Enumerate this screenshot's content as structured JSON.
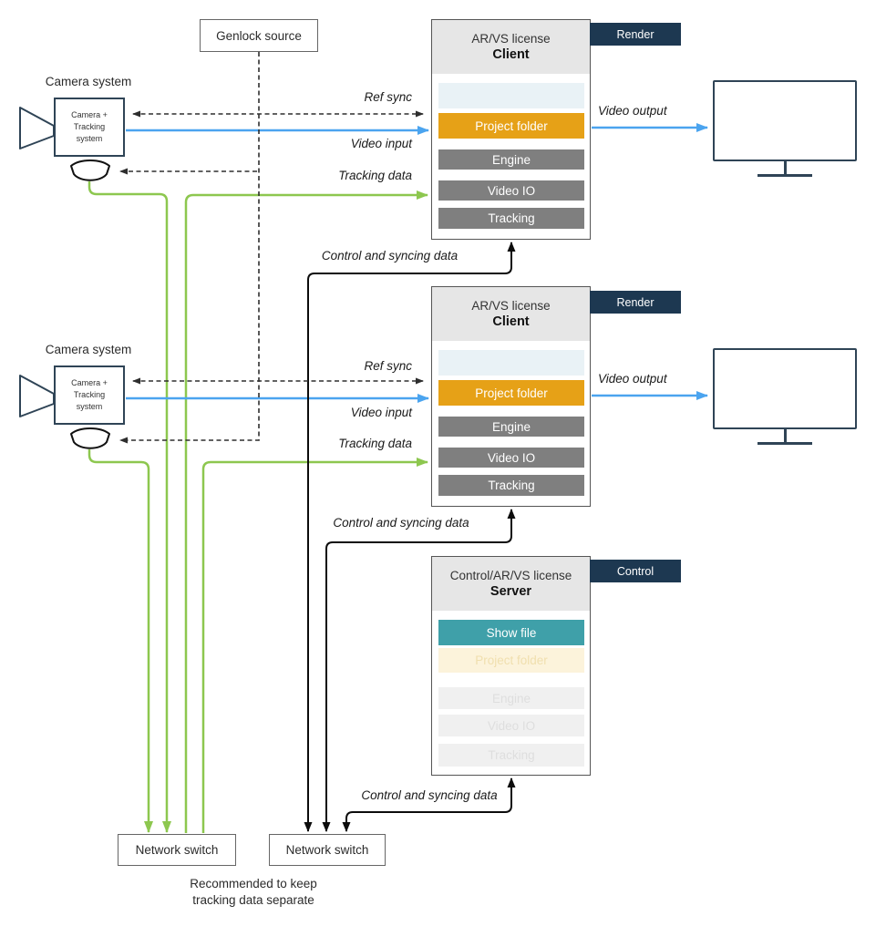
{
  "genlock": {
    "label": "Genlock source"
  },
  "cameras": [
    {
      "title": "Camera system",
      "body_line1": "Camera +",
      "body_line2": "Tracking",
      "body_line3": "system"
    },
    {
      "title": "Camera system",
      "body_line1": "Camera +",
      "body_line2": "Tracking",
      "body_line3": "system"
    }
  ],
  "clients": [
    {
      "license": "AR/VS license",
      "role": "Client",
      "tag": "Render",
      "blocks": {
        "project_folder": "Project folder",
        "engine": "Engine",
        "video_io": "Video IO",
        "tracking": "Tracking"
      }
    },
    {
      "license": "AR/VS license",
      "role": "Client",
      "tag": "Render",
      "blocks": {
        "project_folder": "Project folder",
        "engine": "Engine",
        "video_io": "Video IO",
        "tracking": "Tracking"
      }
    }
  ],
  "server": {
    "license": "Control/AR/VS license",
    "role": "Server",
    "tag": "Control",
    "blocks": {
      "show_file": "Show file",
      "project_folder": "Project folder",
      "engine": "Engine",
      "video_io": "Video IO",
      "tracking": "Tracking"
    }
  },
  "switches": [
    {
      "label": "Network switch"
    },
    {
      "label": "Network switch"
    }
  ],
  "note": {
    "line1": "Recommended to keep",
    "line2": "tracking data separate"
  },
  "edge_labels": {
    "ref_sync_1": "Ref sync",
    "video_input_1": "Video input",
    "tracking_data_1": "Tracking data",
    "video_output_1": "Video output",
    "ref_sync_2": "Ref sync",
    "video_input_2": "Video input",
    "tracking_data_2": "Tracking data",
    "video_output_2": "Video output",
    "control_1": "Control and syncing data",
    "control_2": "Control and syncing data",
    "control_3": "Control and syncing data"
  },
  "colors": {
    "tag_navy": "#1d3851",
    "block_orange": "#e6a117",
    "block_gray": "#7f7f7f",
    "block_teal": "#3fa0a9",
    "block_pale_blue": "#e9f2f6",
    "block_cream": "#fcf3db",
    "block_faded_gray": "#f0f0f0",
    "line_blue": "#4ba4ef",
    "line_green": "#8dc74f",
    "line_black": "#0c0c0c",
    "line_dashed": "#2e2e2e",
    "header_gray": "#e6e6e6",
    "device_outline": "#2f4456"
  }
}
